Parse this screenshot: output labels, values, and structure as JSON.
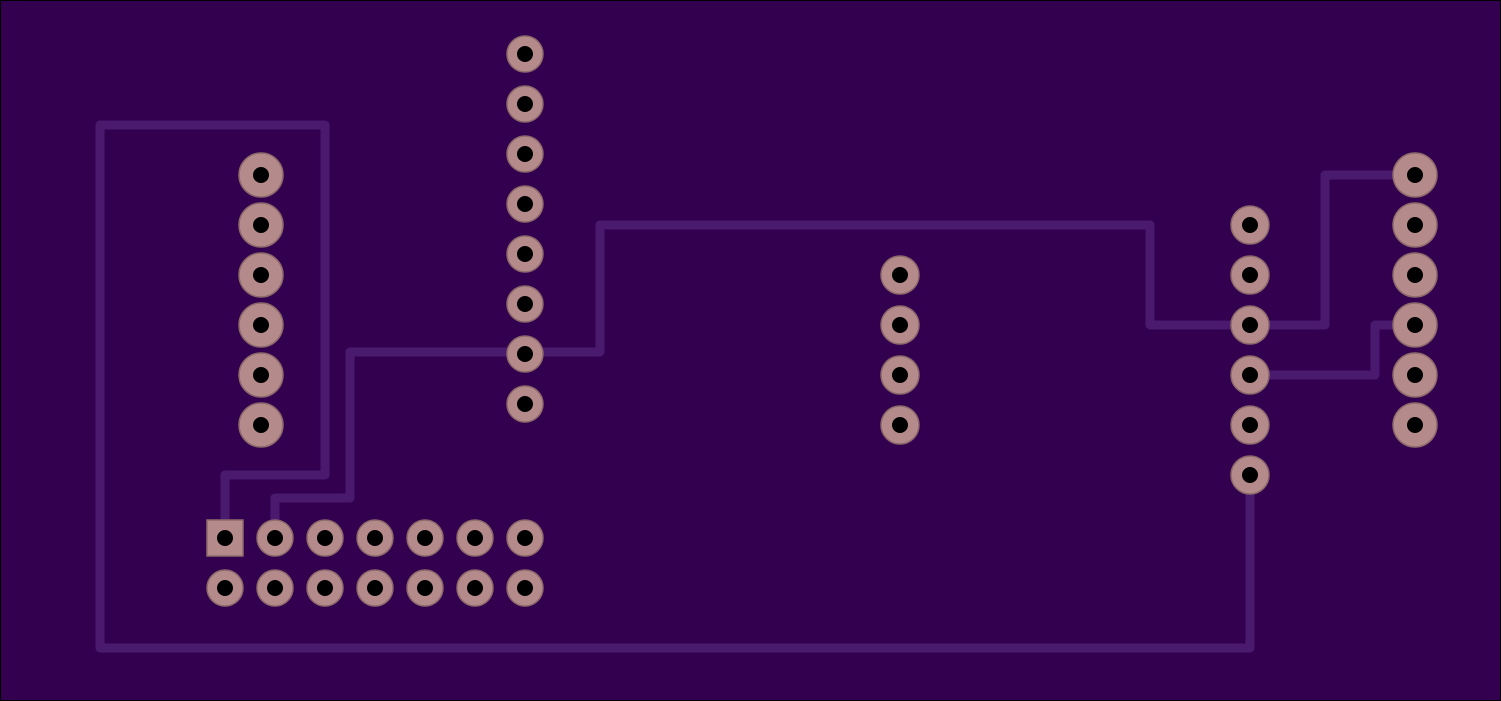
{
  "colors": {
    "frame": "#000000",
    "board": "#330050",
    "trace": "#4a1a6e",
    "pad": "#b58a8a",
    "pad_outline": "#8c6a6a",
    "drill": "#000000"
  },
  "components": [
    {
      "id": "left-header-6pin",
      "pins": 6,
      "pad_shape": "round-large"
    },
    {
      "id": "center-left-header-8pin",
      "pins": 8,
      "pad_shape": "round"
    },
    {
      "id": "center-header-4pin",
      "pins": 4,
      "pad_shape": "round"
    },
    {
      "id": "right-header-6pin",
      "pins": 6,
      "pad_shape": "round"
    },
    {
      "id": "far-right-header-6pin",
      "pins": 6,
      "pad_shape": "round-large"
    },
    {
      "id": "bottom-dual-row-header-14pin",
      "pins": 14,
      "pad_shape": "round",
      "pin1_shape": "square"
    }
  ],
  "traces": 5
}
